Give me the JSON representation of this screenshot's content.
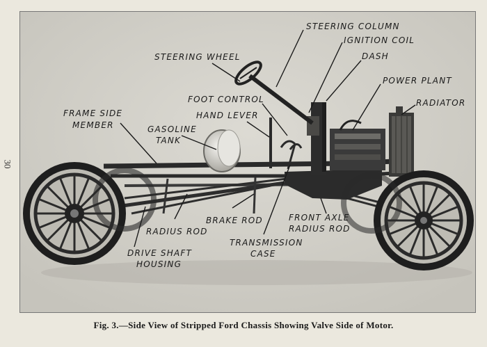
{
  "page": {
    "page_number": "30",
    "caption": "Fig. 3.—Side View of Stripped Ford Chassis Showing Valve Side of Motor."
  },
  "labels": {
    "steering_column": "STEERING COLUMN",
    "ignition_coil": "IGNITION COIL",
    "dash": "DASH",
    "power_plant": "POWER PLANT",
    "radiator": "RADIATOR",
    "steering_wheel": "STEERING WHEEL",
    "foot_control": "FOOT CONTROL",
    "hand_lever": "HAND LEVER",
    "frame_side_member_1": "FRAME SIDE",
    "frame_side_member_2": "MEMBER",
    "gasoline_tank_1": "GASOLINE",
    "gasoline_tank_2": "TANK",
    "brake_rod": "BRAKE ROD",
    "radius_rod": "RADIUS ROD",
    "front_axle_radius_rod_1": "FRONT AXLE",
    "front_axle_radius_rod_2": "RADIUS ROD",
    "transmission_case_1": "TRANSMISSION",
    "transmission_case_2": "CASE",
    "drive_shaft_housing_1": "DRIVE SHAFT",
    "drive_shaft_housing_2": "HOUSING"
  },
  "colors": {
    "ink": "#1a1a1a",
    "photo_background": "#d2d0c8",
    "paper": "#ebe8de"
  }
}
